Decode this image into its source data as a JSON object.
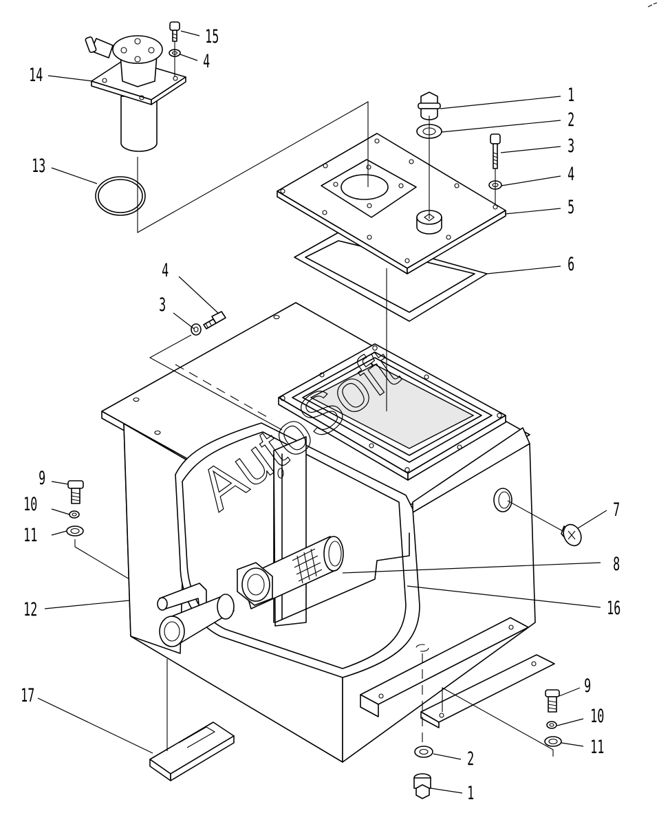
{
  "watermark": "AutoSoft",
  "callouts": {
    "c1_top": "1",
    "c2_top": "2",
    "c3_top": "3",
    "c4_top": "4",
    "c5": "5",
    "c6": "6",
    "c4_left": "4",
    "c3_left": "3",
    "c7": "7",
    "c8": "8",
    "c9_left": "9",
    "c10_left": "10",
    "c11_left": "11",
    "c12": "12",
    "c13": "13",
    "c14": "14",
    "c15": "15",
    "c4_filter": "4",
    "c16": "16",
    "c17": "17",
    "c9_right": "9",
    "c10_right": "10",
    "c11_right": "11",
    "c2_bottom": "2",
    "c1_bottom": "1"
  }
}
